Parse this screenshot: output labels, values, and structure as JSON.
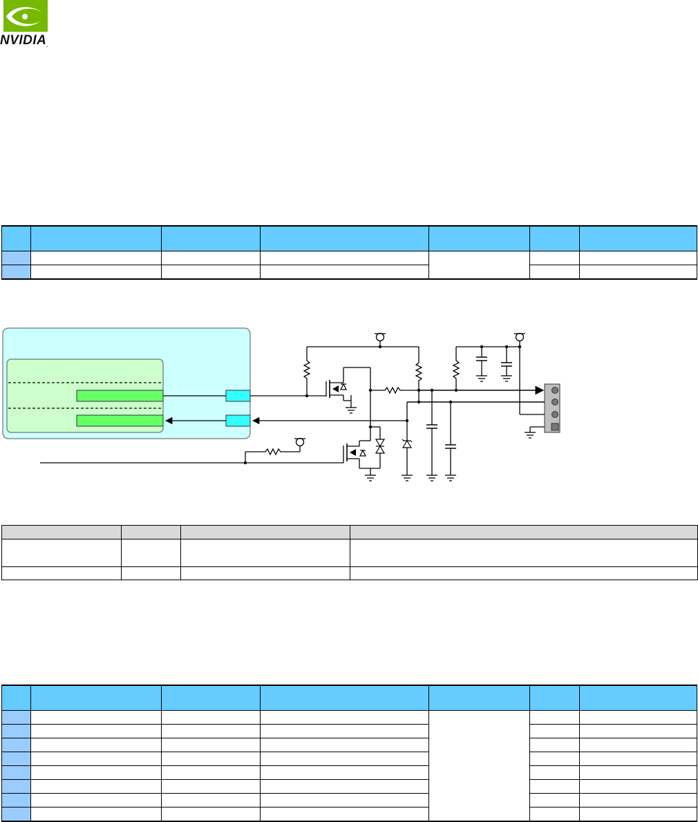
{
  "brand": {
    "name": "NVIDIA",
    "green": "#76b900",
    "icon": "nvidia-eye-icon"
  },
  "colors": {
    "table_header": "#66ccff",
    "row_number": "#99ccff",
    "module_block": "#ccffff",
    "inner_block": "#ccffcc",
    "pin_bar": "#66ff66",
    "connector_pad": "#33ffff",
    "signal_header": "#d9d9d9"
  },
  "table_top": {
    "rows": 2
  },
  "table_bottom": {
    "rows": 8
  },
  "signal_table": {
    "rows": 2
  }
}
